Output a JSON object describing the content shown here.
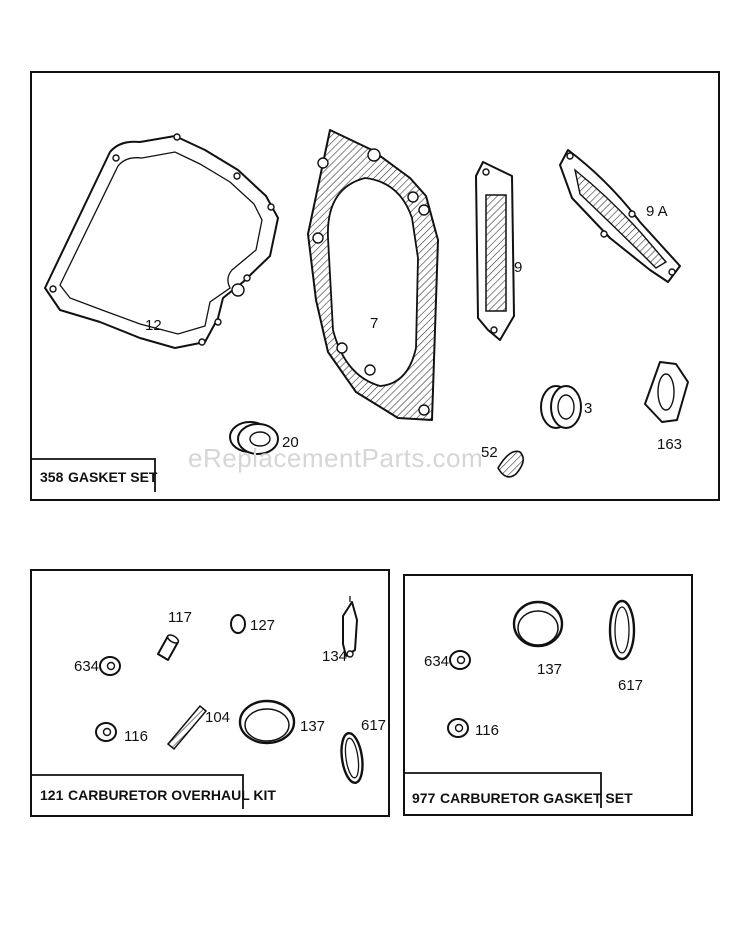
{
  "watermark": "eReplacementParts.com",
  "panels": [
    {
      "id": "gasket-set",
      "kit_number": "358",
      "kit_name": "GASKET SET",
      "part_labels": [
        "12",
        "7",
        "9",
        "9 A",
        "3",
        "163",
        "20",
        "52"
      ]
    },
    {
      "id": "carburetor-overhaul-kit",
      "kit_number": "121",
      "kit_name": "CARBURETOR OVERHAUL KIT",
      "part_labels": [
        "117",
        "127",
        "134",
        "634",
        "116",
        "104",
        "137",
        "617"
      ]
    },
    {
      "id": "carburetor-gasket-set",
      "kit_number": "977",
      "kit_name": "CARBURETOR GASKET SET",
      "part_labels": [
        "634",
        "137",
        "617",
        "116"
      ]
    }
  ]
}
